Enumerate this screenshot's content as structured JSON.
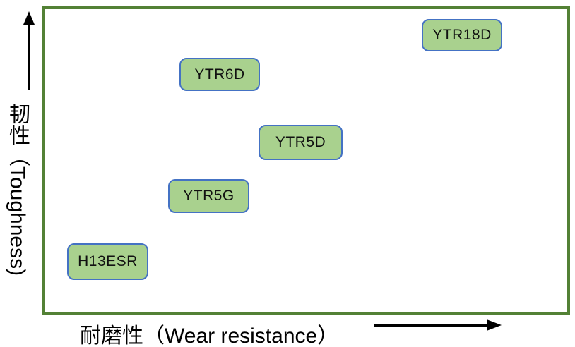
{
  "chart_data": {
    "type": "scatter",
    "title": "",
    "xlabel": "耐磨性（Wear resistance）",
    "ylabel": "韧性（Toughness)",
    "x_range": [
      0,
      100
    ],
    "y_range": [
      0,
      100
    ],
    "grid": false,
    "legend": false,
    "axis_ticks": "none (conceptual positioning chart, values estimated as % of plot area)",
    "points": [
      {
        "label": "H13ESR",
        "x": 12,
        "y": 17
      },
      {
        "label": "YTR5G",
        "x": 32,
        "y": 38
      },
      {
        "label": "YTR5D",
        "x": 49,
        "y": 55
      },
      {
        "label": "YTR6D",
        "x": 34,
        "y": 78
      },
      {
        "label": "YTR18D",
        "x": 80,
        "y": 90
      }
    ]
  },
  "colors": {
    "box_fill": "#a9d18e",
    "box_border": "#4472c4",
    "plot_border": "#538135",
    "text": "#000000",
    "arrow": "#000000"
  }
}
